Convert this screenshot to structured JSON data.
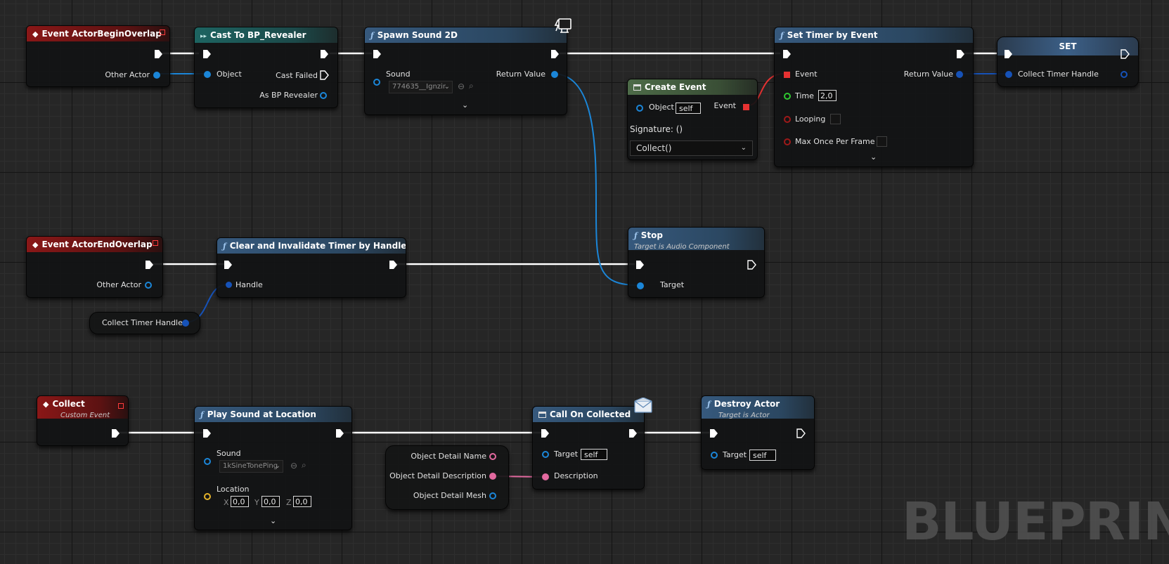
{
  "nodes": {
    "begin_overlap": {
      "title": "Event ActorBeginOverlap",
      "other_actor": "Other Actor"
    },
    "cast": {
      "title": "Cast To BP_Revealer",
      "object": "Object",
      "cast_failed": "Cast Failed",
      "as_revealer": "As BP Revealer"
    },
    "spawn_sound": {
      "title": "Spawn Sound 2D",
      "sound": "Sound",
      "sound_asset": "774635__Ignzir",
      "return_value": "Return Value"
    },
    "create_event": {
      "title": "Create Event",
      "object": "Object",
      "object_value": "self",
      "event": "Event",
      "signature": "Signature: ()",
      "selected_function": "Collect()"
    },
    "set_timer": {
      "title": "Set Timer by Event",
      "event": "Event",
      "return_value": "Return Value",
      "time": "Time",
      "time_value": "2,0",
      "looping": "Looping",
      "max_once": "Max Once Per Frame"
    },
    "set_var": {
      "title": "SET",
      "collect_timer_handle": "Collect Timer Handle"
    },
    "end_overlap": {
      "title": "Event ActorEndOverlap",
      "other_actor": "Other Actor"
    },
    "clear_timer": {
      "title": "Clear and Invalidate Timer by Handle",
      "handle": "Handle"
    },
    "get_var": {
      "label": "Collect Timer Handle"
    },
    "stop": {
      "title": "Stop",
      "subtitle": "Target is Audio Component",
      "target": "Target"
    },
    "collect_event": {
      "title": "Collect",
      "subtitle": "Custom Event"
    },
    "play_sound": {
      "title": "Play Sound at Location",
      "sound": "Sound",
      "sound_asset": "1kSineTonePing",
      "location": "Location",
      "x_label": "X",
      "x_value": "0,0",
      "y_label": "Y",
      "y_value": "0,0",
      "z_label": "Z",
      "z_value": "0,0"
    },
    "object_detail": {
      "name": "Object Detail Name",
      "description": "Object Detail Description",
      "mesh": "Object Detail Mesh"
    },
    "call_collected": {
      "title": "Call On Collected",
      "target": "Target",
      "target_value": "self",
      "description": "Description"
    },
    "destroy_actor": {
      "title": "Destroy Actor",
      "subtitle": "Target is Actor",
      "target": "Target",
      "target_value": "self"
    }
  },
  "watermark": "BLUEPRINT",
  "colors": {
    "exec": "#ffffff",
    "object_pin": "#1b86d8",
    "struct_pin": "#1652b8",
    "string_pin": "#e2699f",
    "delegate_pin": "#e63232",
    "float_pin": "#2fc930",
    "bool_pin": "#9e1919",
    "vector_pin": "#e5b32a",
    "event_header": "#8a1717",
    "function_header": "#36597d",
    "cast_header": "#1d6461"
  }
}
